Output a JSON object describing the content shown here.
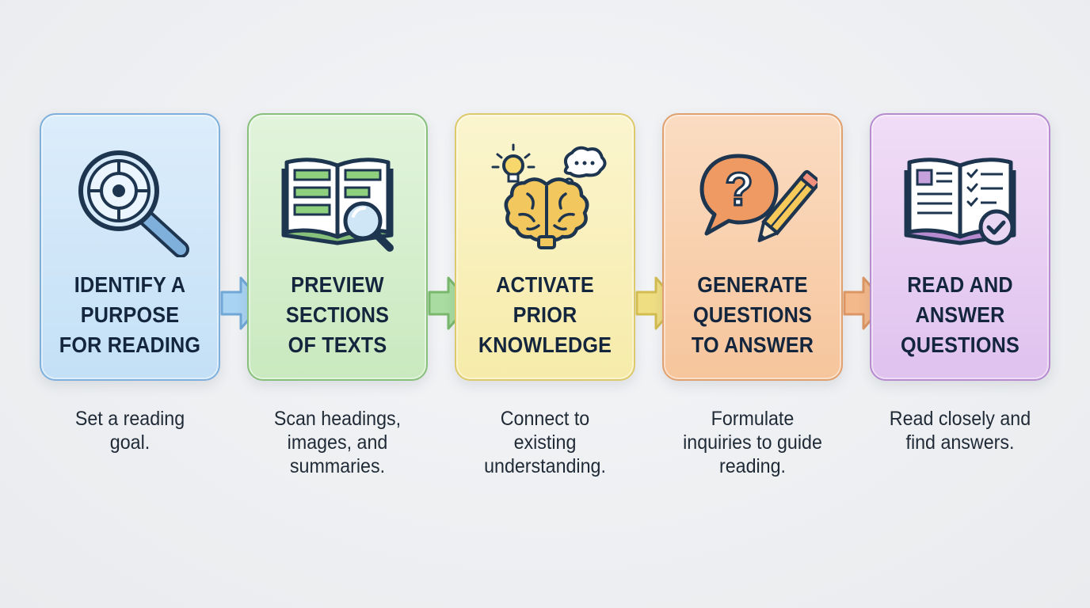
{
  "steps": [
    {
      "title_lines": [
        "IDENTIFY A",
        "PURPOSE",
        "FOR READING"
      ],
      "desc_lines": [
        "Set a reading",
        "goal."
      ],
      "icon": "magnifier-target-icon",
      "color": "#c4e0f6"
    },
    {
      "title_lines": [
        "PREVIEW",
        "SECTIONS",
        "OF TEXTS"
      ],
      "desc_lines": [
        "Scan headings,",
        "images, and",
        "summaries."
      ],
      "icon": "book-magnifier-icon",
      "color": "#c9e9bf"
    },
    {
      "title_lines": [
        "ACTIVATE",
        "PRIOR",
        "KNOWLEDGE"
      ],
      "desc_lines": [
        "Connect to",
        "existing",
        "understanding."
      ],
      "icon": "brain-lightbulb-icon",
      "color": "#f6eba9"
    },
    {
      "title_lines": [
        "GENERATE",
        "QUESTIONS",
        "TO ANSWER"
      ],
      "desc_lines": [
        "Formulate",
        "inquiries to guide",
        "reading."
      ],
      "icon": "question-bubble-pencil-icon",
      "color": "#f6c59c"
    },
    {
      "title_lines": [
        "READ AND",
        "ANSWER",
        "QUESTIONS"
      ],
      "desc_lines": [
        "Read closely and",
        "find answers."
      ],
      "icon": "book-checklist-icon",
      "color": "#dfc2ee"
    }
  ],
  "arrow_colors": [
    "#a9d3f2",
    "#a8dca0",
    "#f0de83",
    "#f4b98b"
  ]
}
